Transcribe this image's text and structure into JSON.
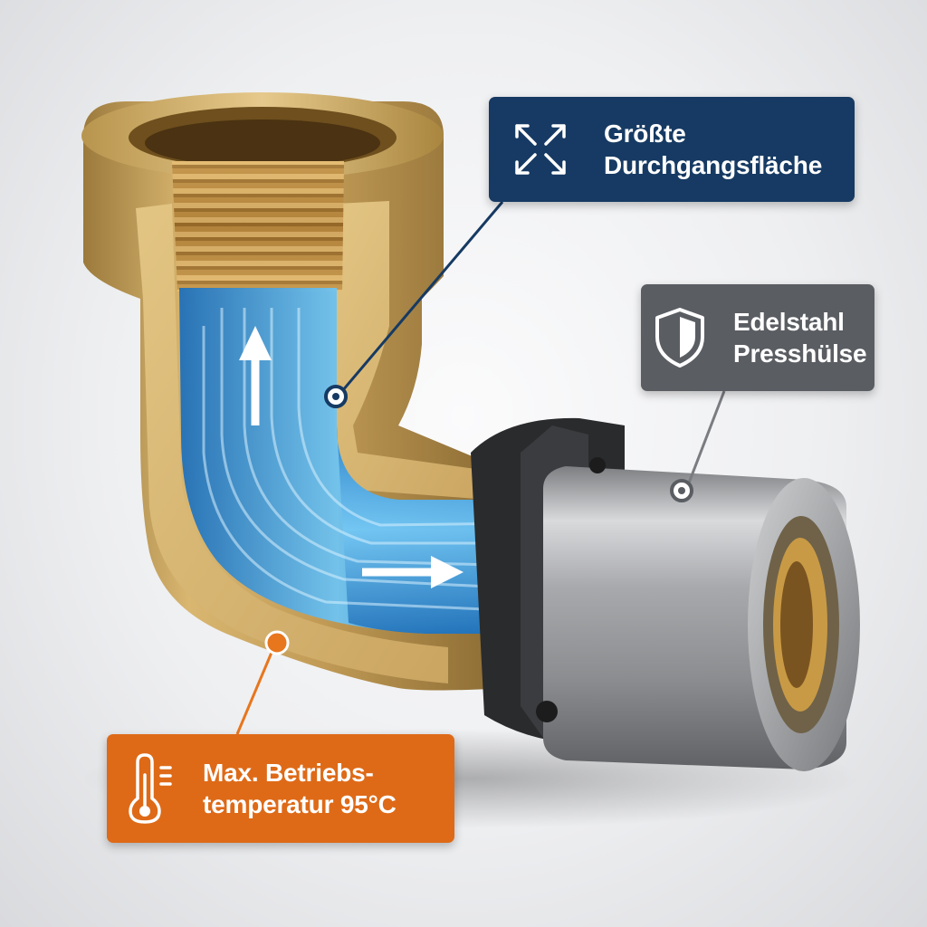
{
  "callouts": {
    "flow": {
      "line1": "Größte",
      "line2": "Durchgangsfläche",
      "icon": "expand-arrows-icon",
      "color": "#163a63"
    },
    "sleeve": {
      "line1": "Edelstahl",
      "line2": "Presshülse",
      "icon": "shield-icon",
      "color": "#5a5d62"
    },
    "temperature": {
      "line1": "Max. Betriebs-",
      "line2": "temperatur 95°C",
      "icon": "thermometer-icon",
      "color": "#de6a17"
    }
  },
  "colors": {
    "brass": "#c9a45c",
    "water": "#2f8fd8",
    "steel": "#a9aaac",
    "accent_orange": "#e8761d"
  }
}
